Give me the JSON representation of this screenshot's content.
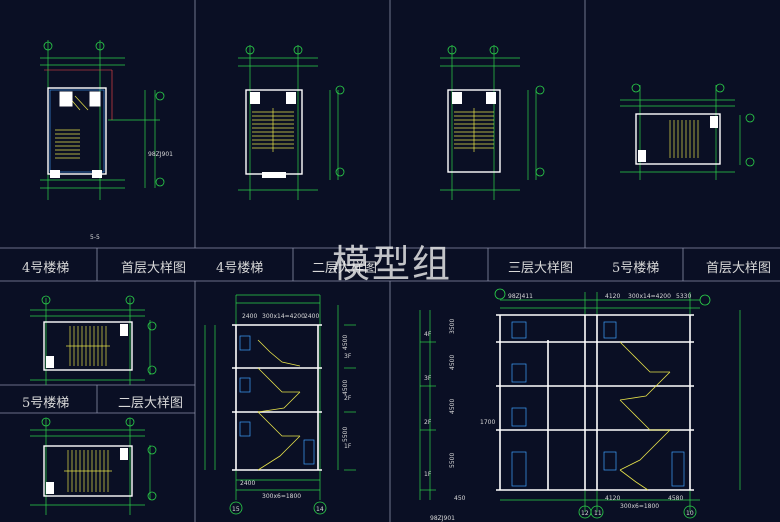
{
  "watermark": "模型组",
  "title_row": {
    "c1": "4号楼梯",
    "c2": "首层大样图",
    "c3": "4号楼梯",
    "c4": "二层大样图",
    "c5": "三层大样图",
    "c6": "5号楼梯",
    "c7": "首层大样图"
  },
  "left_block": {
    "c1": "5号楼梯",
    "c2": "二层大样图"
  },
  "small_notes": {
    "section_note": "5-5",
    "ref": "98ZJ901",
    "ref2": "98ZJ411"
  },
  "section_a": {
    "floors": [
      "1F",
      "2F",
      "3F"
    ],
    "dims_vertical": [
      "5500",
      "4500",
      "4500"
    ],
    "top_dims": [
      "2400",
      "300x14=4200",
      "2400"
    ],
    "bottom_dims": [
      "2400",
      "300x6=1800"
    ],
    "axes": [
      "15",
      "14"
    ]
  },
  "section_b": {
    "floors": [
      "1F",
      "2F",
      "3F",
      "4F"
    ],
    "dims_vertical": [
      "5500",
      "4500",
      "4500",
      "3500"
    ],
    "top_dims": [
      "4120",
      "300x14=4200",
      "5330"
    ],
    "bottom_dims": [
      "4120",
      "300x6=1800",
      "4580"
    ],
    "axes": [
      "12",
      "11",
      "10"
    ],
    "misc": [
      "1700",
      "450"
    ]
  }
}
